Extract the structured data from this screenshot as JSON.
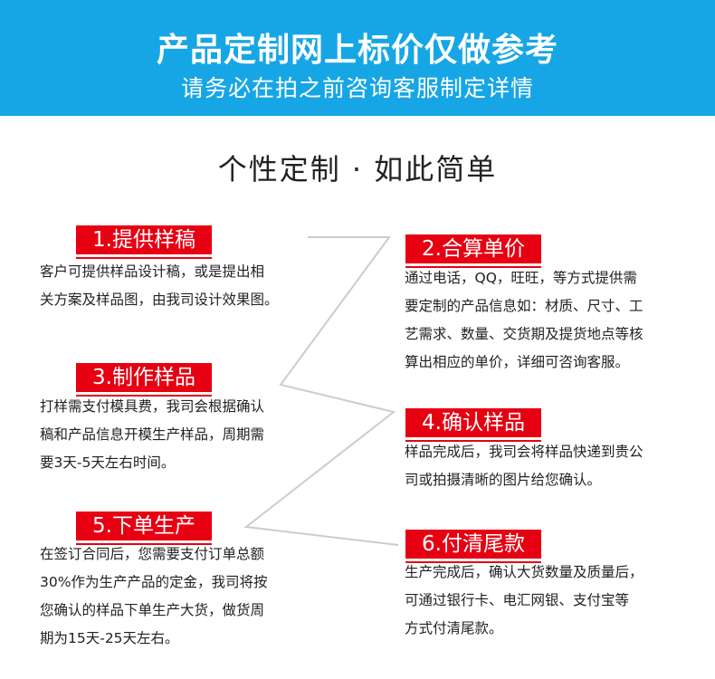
{
  "banner": {
    "title": "产品定制网上标价仅做参考",
    "subtitle": "请务必在拍之前咨询客服制定详情"
  },
  "heading": "个性定制 · 如此简单",
  "steps": [
    {
      "label": "1.提供样稿",
      "lines": [
        "客户可提供样品设计稿，或是提出相",
        "关方案及样品图，由我司设计效果图。"
      ]
    },
    {
      "label": "2.合算单价",
      "lines": [
        "通过电话，QQ，旺旺，等方式提供需",
        "要定制的产品信息如：材质、尺寸、工",
        "艺需求、数量、交货期及提货地点等核",
        "算出相应的单价，详细可咨询客服。"
      ]
    },
    {
      "label": "3.制作样品",
      "lines": [
        "打样需支付模具费，我司会根据确认",
        "稿和产品信息开模生产样品，周期需",
        "要3天-5天左右时间。"
      ]
    },
    {
      "label": "4.确认样品",
      "lines": [
        "样品完成后，我司会将样品快递到贵公",
        "司或拍摄清晰的图片给您确认。"
      ]
    },
    {
      "label": "5.下单生产",
      "lines": [
        "在签订合同后，您需要支付订单总额",
        "30%作为生产产品的定金，我司将按",
        "您确认的样品下单生产大货，做货周",
        "期为15天-25天左右。"
      ]
    },
    {
      "label": "6.付清尾款",
      "lines": [
        "生产完成后，确认大货数量及质量后，",
        "可通过银行卡、电汇网银、支付宝等",
        "方式付清尾款。"
      ]
    }
  ],
  "colors": {
    "banner_bg": "#17a6e5",
    "tag_red": "#e60012",
    "zigzag_line": "#cccccc"
  }
}
